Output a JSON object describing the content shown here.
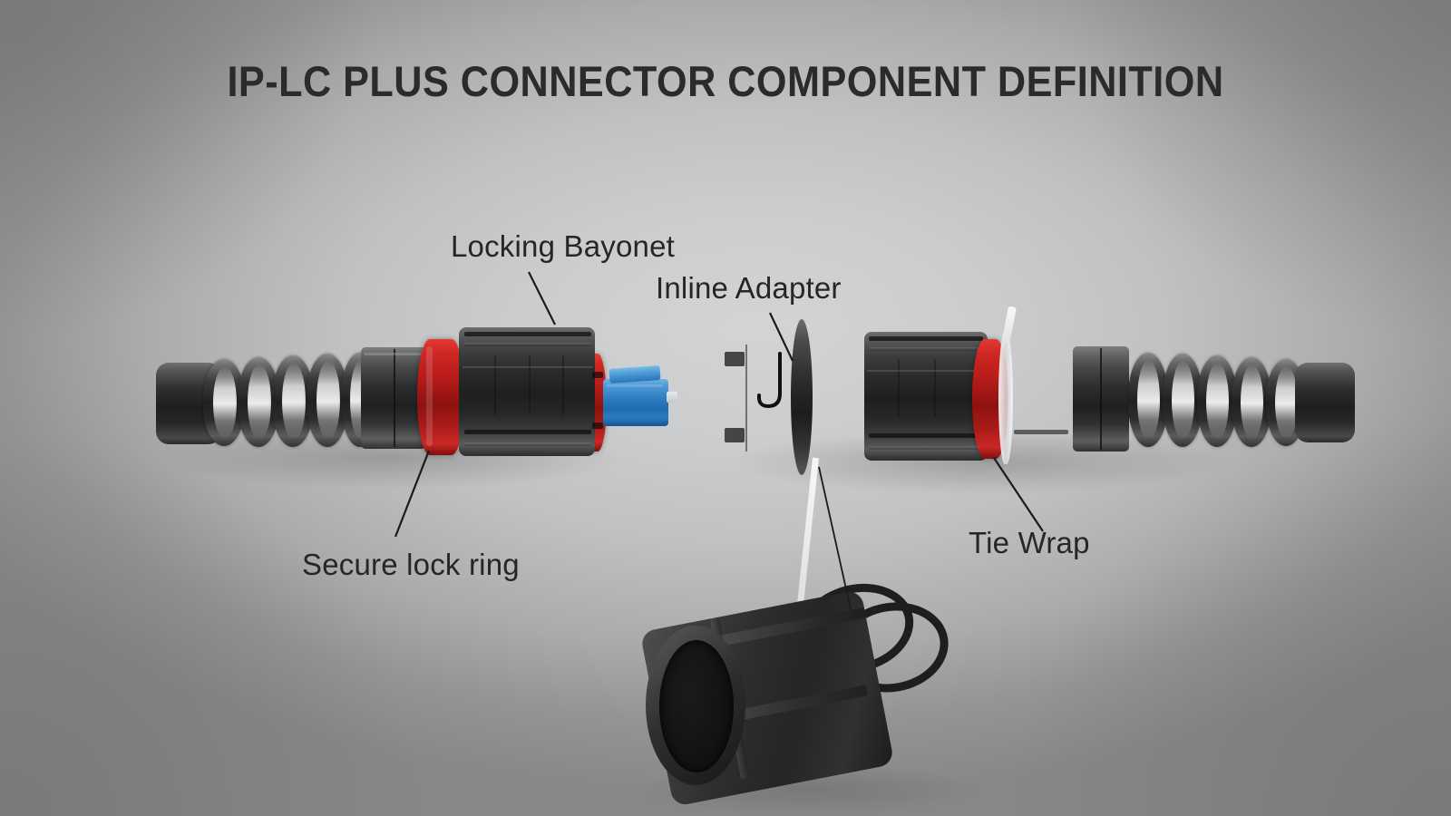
{
  "title": "IP-LC PLUS CONNECTOR COMPONENT DEFINITION",
  "labels": [
    {
      "id": "locking-bayonet",
      "text": "Locking Bayonet"
    },
    {
      "id": "inline-adapter",
      "text": "Inline Adapter"
    },
    {
      "id": "secure-lock-ring",
      "text": "Secure lock ring"
    },
    {
      "id": "tie-wrap",
      "text": "Tie Wrap"
    }
  ],
  "components": {
    "left_plug": "fiber optic plug with spiral strain relief boot, hex body, red secure lock ring, ribbed locking bayonet barrel and blue LC ferrule",
    "right_adapter": "inline adapter with bayonet socket, mounting flange, threaded barrel, ribbed body, red ring, white tie wrap and spiral strain relief boot",
    "dust_cap": "tethered black dust cap with lanyard loop"
  },
  "colors": {
    "background_center": "#cccdce",
    "background_edge": "#8d8d8d",
    "title_text": "#2b2b2b",
    "label_text": "#262626",
    "lock_ring_red": "#b81c19",
    "lc_ferrule_blue": "#2f80c4",
    "body_black": "#232425",
    "tie_wrap_white": "#f2f3f4"
  }
}
